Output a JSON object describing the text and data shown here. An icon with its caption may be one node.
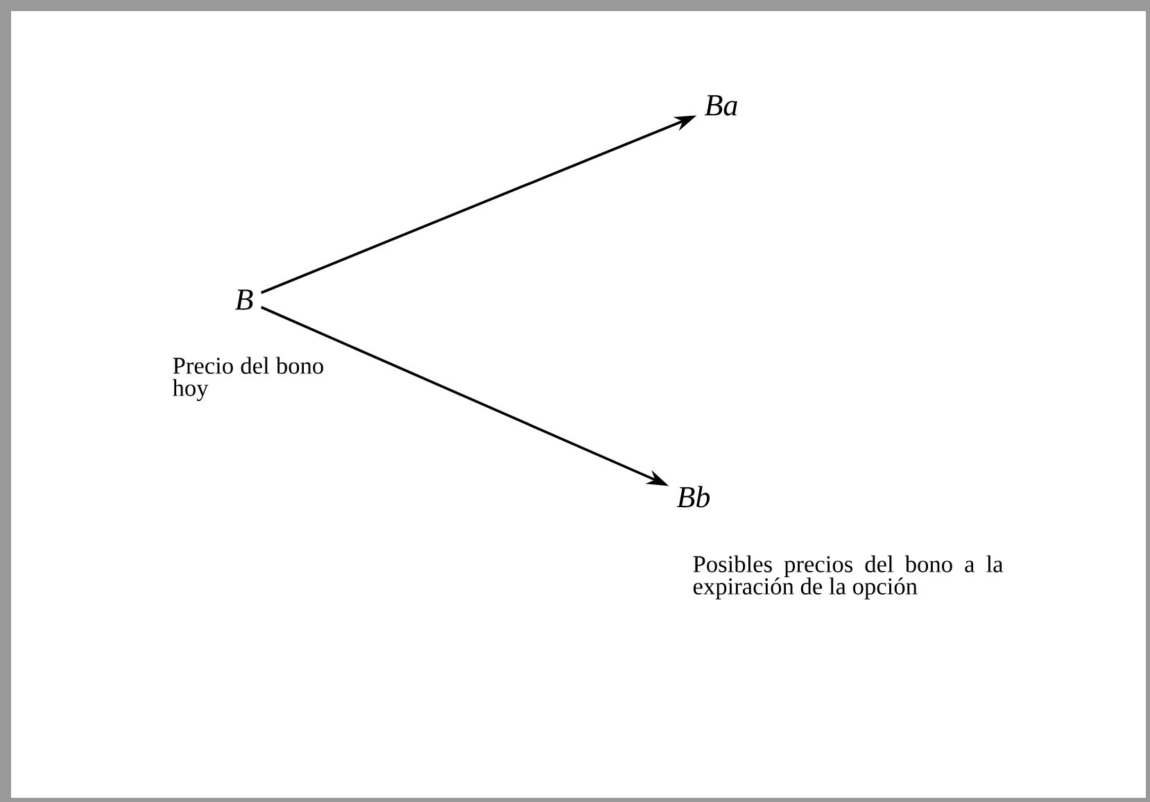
{
  "diagram": {
    "nodes": [
      {
        "text": [
          "B"
        ],
        "beside": [
          "Precio del bono hoy"
        ]
      },
      {
        "text": [
          "Ba"
        ]
      },
      {
        "text": [
          "Bb"
        ],
        "beside": [
          "Posibles precios del bono a la expiración de la opción"
        ]
      }
    ],
    "edges": [
      {
        "from": 0,
        "to": 1,
        "arrow": "to"
      },
      {
        "from": 0,
        "to": 2,
        "arrow": "to"
      }
    ]
  }
}
